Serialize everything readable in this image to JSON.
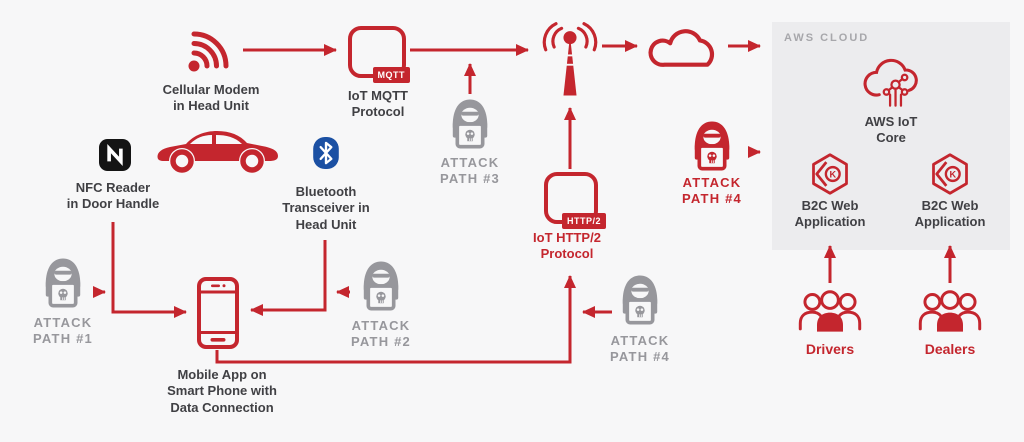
{
  "colors": {
    "red": "#c4262e",
    "gray": "#97979c",
    "dark_text": "#404044",
    "background": "#f7f7f8",
    "aws_region_bg": "#ececee",
    "bluetooth_blue": "#1b50a3",
    "nfc_black": "#141414",
    "badge_text": "#ffffff"
  },
  "icons": {
    "cellular-signal-icon": "rss-style arcs with dot",
    "car-icon": "red sedan silhouette",
    "nfc-icon": "white N in black rounded square",
    "bluetooth-icon": "white bluetooth rune on blue squircle",
    "hacker-icon": "hooded figure with laptop and skull",
    "cell-tower-icon": "antenna mast with radio waves",
    "cloud-icon": "cloud outline",
    "aws-iot-core-icon": "cloud with circuit nodes",
    "b2c-app-icon": "hexagon with circled K",
    "users-icon": "group of three people",
    "protocol-box-icon": "rounded square with protocol badge"
  },
  "nodes": {
    "cellular_modem": {
      "label": "Cellular Modem\nin Head Unit"
    },
    "mqtt_protocol": {
      "badge": "MQTT",
      "label": "IoT MQTT\nProtocol"
    },
    "attack_path_3": {
      "label": "ATTACK\nPATH #3"
    },
    "attack_path_4_red": {
      "label": "ATTACK\nPATH #4"
    },
    "aws_cloud": {
      "title": "AWS CLOUD",
      "iot_core": {
        "label": "AWS IoT\nCore"
      },
      "b2c_left": {
        "label": "B2C Web\nApplication"
      },
      "b2c_right": {
        "label": "B2C Web\nApplication"
      }
    },
    "drivers": {
      "label": "Drivers"
    },
    "dealers": {
      "label": "Dealers"
    },
    "nfc_reader": {
      "label": "NFC Reader\nin Door Handle"
    },
    "bluetooth": {
      "label": "Bluetooth\nTransceiver in\nHead Unit"
    },
    "attack_path_1": {
      "label": "ATTACK\nPATH #1"
    },
    "attack_path_2": {
      "label": "ATTACK\nPATH #2"
    },
    "mobile_app": {
      "label": "Mobile App on\nSmart Phone with\nData Connection"
    },
    "http2_protocol": {
      "badge": "HTTP/2",
      "label": "IoT HTTP/2\nProtocol"
    },
    "attack_path_4_gray": {
      "label": "ATTACK\nPATH #4"
    }
  }
}
